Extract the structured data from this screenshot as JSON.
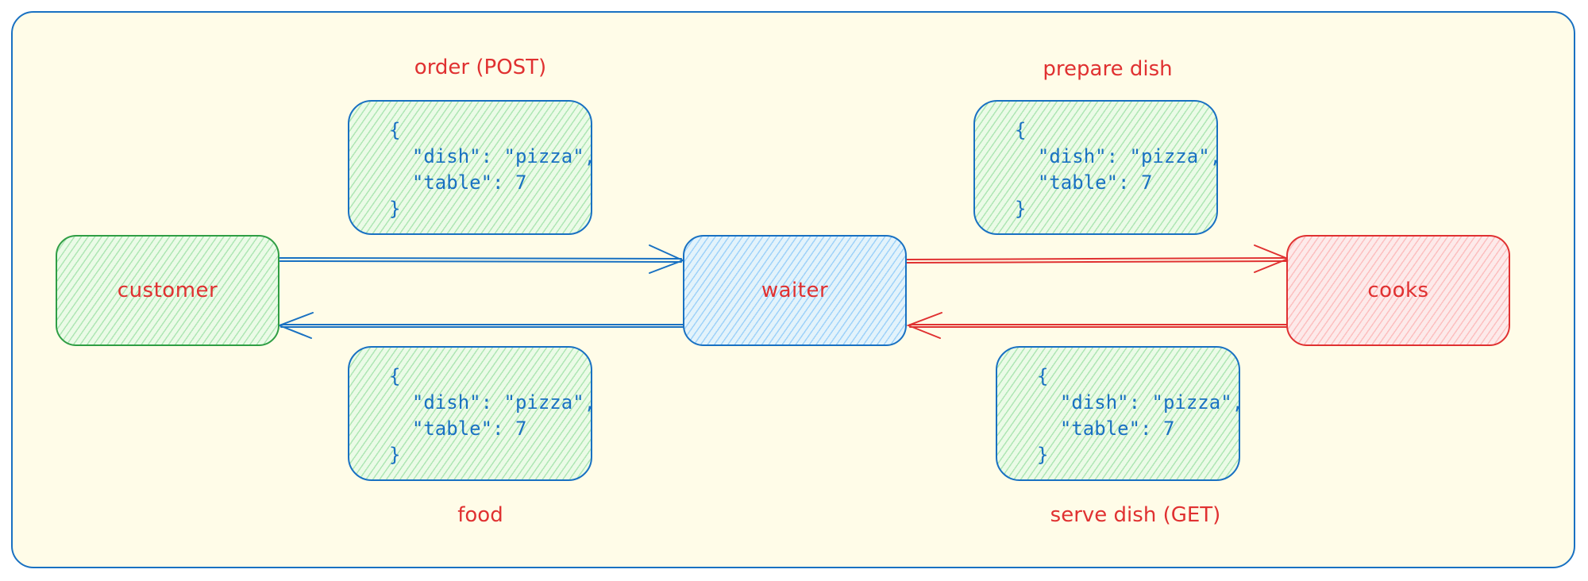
{
  "nodes": {
    "customer": "customer",
    "waiter": "waiter",
    "cooks": "cooks"
  },
  "edge_labels": {
    "order": "order (POST)",
    "prepare": "prepare dish",
    "food": "food",
    "serve": "serve dish (GET)"
  },
  "payloads": {
    "order": [
      "{",
      "  \"dish\": \"pizza\",",
      "  \"table\": 7",
      "}"
    ],
    "prepare": [
      "{",
      "  \"dish\": \"pizza\",",
      "  \"table\": 7",
      "}"
    ],
    "food": [
      "{",
      "  \"dish\": \"pizza\",",
      "  \"table\": 7",
      "}"
    ],
    "serve": [
      "{",
      "  \"dish\": \"pizza\",",
      "  \"table\": 7",
      "}"
    ]
  },
  "colors": {
    "frame": "#1971c2",
    "customer_stroke": "#2f9e44",
    "waiter_stroke": "#1971c2",
    "cooks_stroke": "#e03131",
    "blue_arrow": "#1971c2",
    "red_arrow": "#e03131",
    "text_red": "#e03131",
    "text_blue": "#1971c2"
  }
}
